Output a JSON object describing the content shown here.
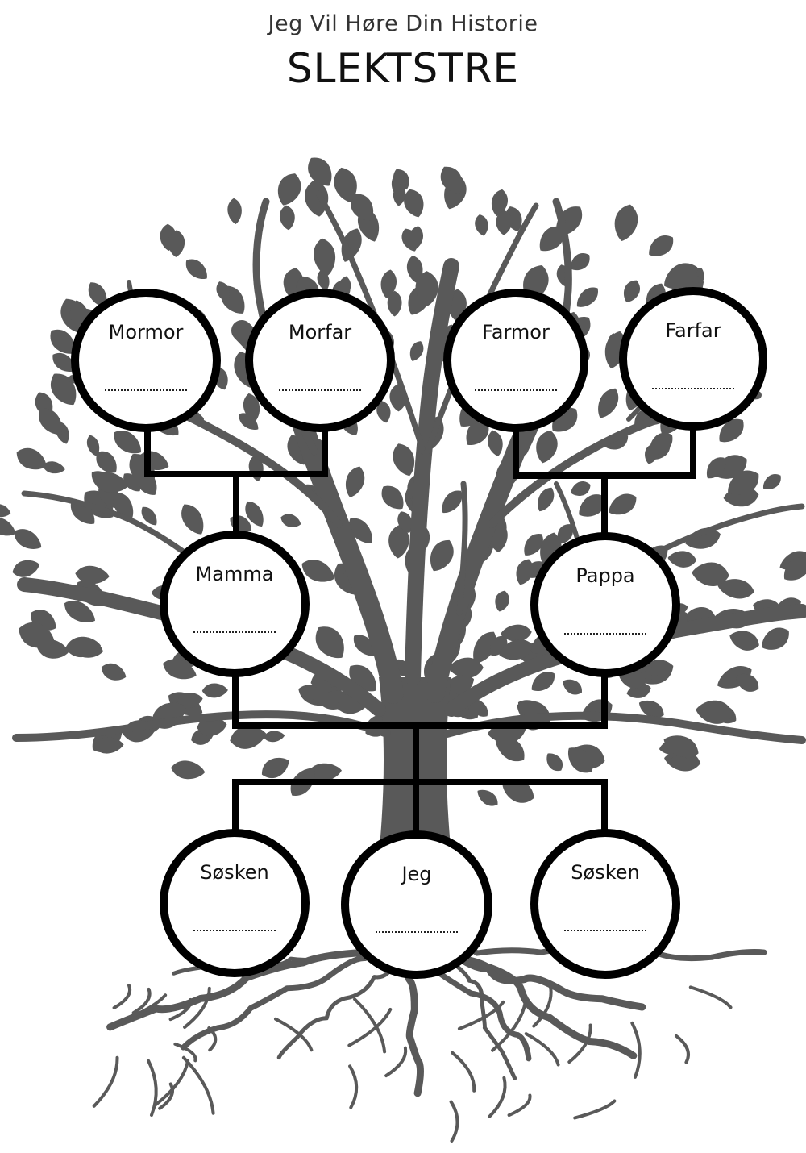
{
  "header": {
    "subtitle": "Jeg Vil Høre Din Historie",
    "title": "SLEKTSTRE"
  },
  "members": {
    "mormor": "Mormor",
    "morfar": "Morfar",
    "farmor": "Farmor",
    "farfar": "Farfar",
    "mamma": "Mamma",
    "pappa": "Pappa",
    "sibling_left": "Søsken",
    "me": "Jeg",
    "sibling_right": "Søsken"
  },
  "colors": {
    "tree": "#595959",
    "outline": "#000000",
    "background": "#ffffff"
  }
}
